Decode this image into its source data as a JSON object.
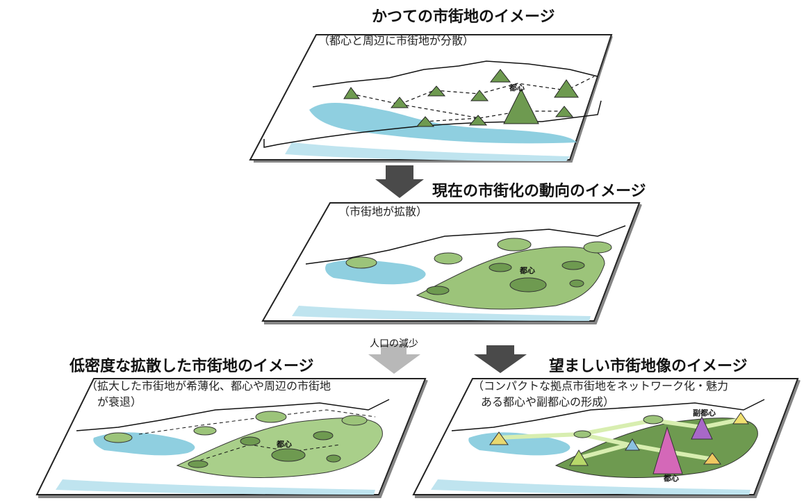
{
  "panels": {
    "past": {
      "title": "かつての市街地のイメージ",
      "subtitle": "（都心と周辺に市街地が分散）",
      "center_label": "都心"
    },
    "current": {
      "title": "現在の市街化の動向のイメージ",
      "subtitle": "（市街地が拡散）",
      "center_label": "都心"
    },
    "low_density": {
      "title": "低密度な拡散した市街地のイメージ",
      "subtitle_line1": "（拡大した市街地が希薄化、都心や周辺の市街地",
      "subtitle_line2": "が衰退）",
      "center_label": "都心"
    },
    "desired": {
      "title": "望ましい市街地像のイメージ",
      "subtitle_line1": "（コンパクトな拠点市街地をネットワーク化・魅力",
      "subtitle_line2": "ある都心や副都心の形成）",
      "center_label": "都心",
      "sub_center_label": "副都心"
    }
  },
  "arrows": {
    "decline_label": "人口の減少"
  },
  "colors": {
    "water": "#8fcfe0",
    "land_green": "#9cc47a",
    "cone_green": "#6e9a50",
    "arrow_dark": "#4a4a4a",
    "arrow_light": "#b8b8b8",
    "pink": "#d468b8",
    "purple": "#a868c8"
  }
}
